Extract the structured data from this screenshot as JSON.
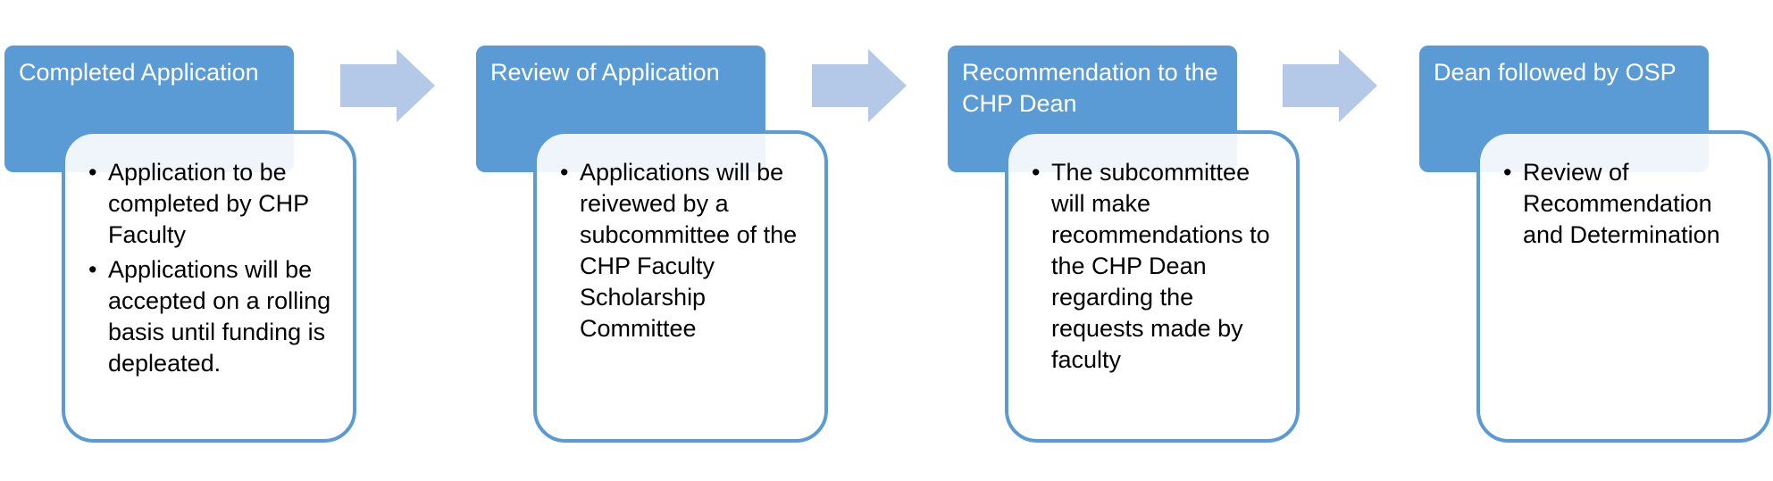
{
  "colors": {
    "header_fill": "#5b9bd5",
    "body_border": "#5b9bd5",
    "arrow_fill": "#b4c8e7"
  },
  "steps": [
    {
      "title": "Completed Application",
      "bullets": [
        "Application to be completed by CHP Faculty",
        "Applications will be accepted on a rolling basis until funding is depleated."
      ]
    },
    {
      "title": "Review of Application",
      "bullets": [
        "Applications will be reivewed by a subcommittee of the CHP Faculty Scholarship Committee"
      ]
    },
    {
      "title": "Recommendation to the CHP Dean",
      "bullets": [
        "The subcommittee will make recommendations to the CHP Dean regarding the requests made by faculty"
      ]
    },
    {
      "title": "Dean followed by OSP",
      "bullets": [
        "Review of Recommendation and Determination"
      ]
    }
  ],
  "arrows": [
    {
      "icon": "right-arrow-icon"
    },
    {
      "icon": "right-arrow-icon"
    },
    {
      "icon": "right-arrow-icon"
    }
  ]
}
